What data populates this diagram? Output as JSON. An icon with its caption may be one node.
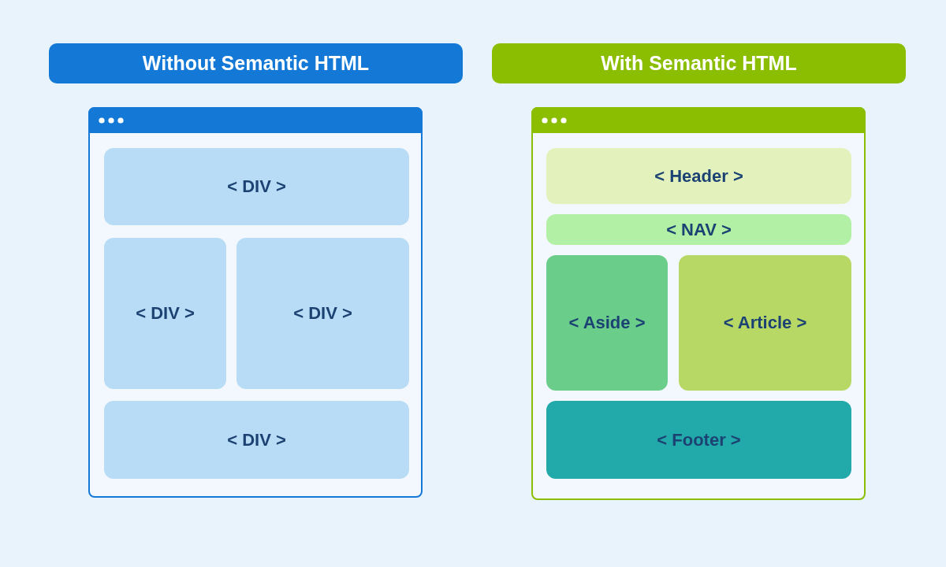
{
  "diagram": {
    "nodes": [
      {
        "text": [
          "Without Semantic HTML"
        ]
      },
      {
        "text": [],
        "shape": "box"
      },
      {
        "text": [
          "< DIV >"
        ],
        "in": 1
      },
      {
        "text": [
          "< DIV >"
        ],
        "in": 1
      },
      {
        "text": [
          "< DIV >"
        ],
        "in": 1
      },
      {
        "text": [
          "< DIV >"
        ],
        "in": 1
      },
      {
        "text": [
          "With Semantic HTML"
        ]
      },
      {
        "text": [],
        "shape": "box"
      },
      {
        "text": [
          "< Header >"
        ],
        "in": 7
      },
      {
        "text": [
          "< NAV >"
        ],
        "in": 7
      },
      {
        "text": [
          "< Aside >"
        ],
        "in": 7
      },
      {
        "text": [
          "< Article >"
        ],
        "in": 7
      },
      {
        "text": [
          "< Footer >"
        ],
        "in": 7
      }
    ]
  }
}
